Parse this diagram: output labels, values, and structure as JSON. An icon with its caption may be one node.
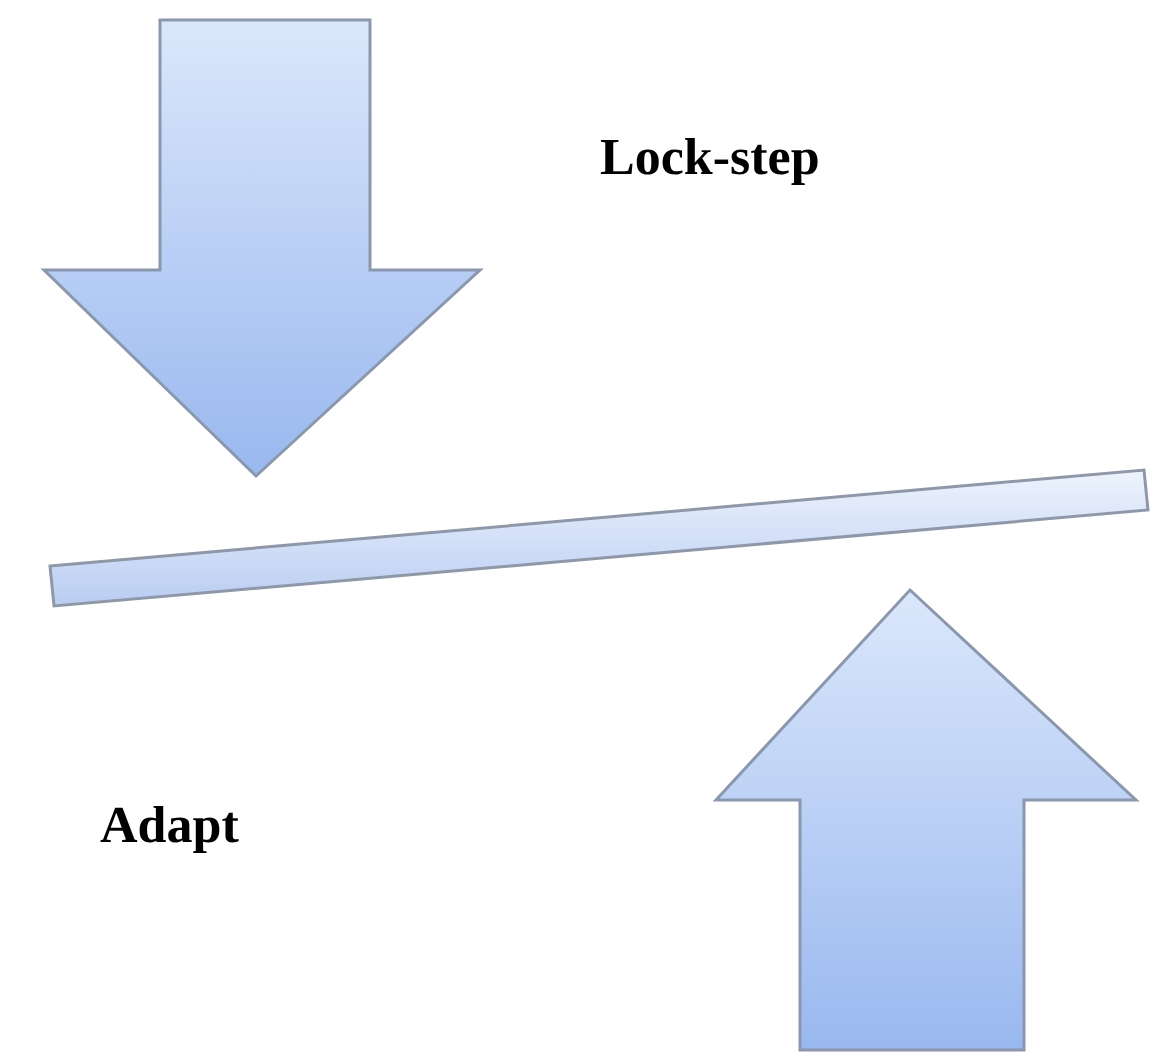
{
  "diagram": {
    "nodes": [
      {
        "text": [],
        "shape": "bar"
      }
    ],
    "labels": [
      "Lock-step",
      "Adapt"
    ]
  }
}
